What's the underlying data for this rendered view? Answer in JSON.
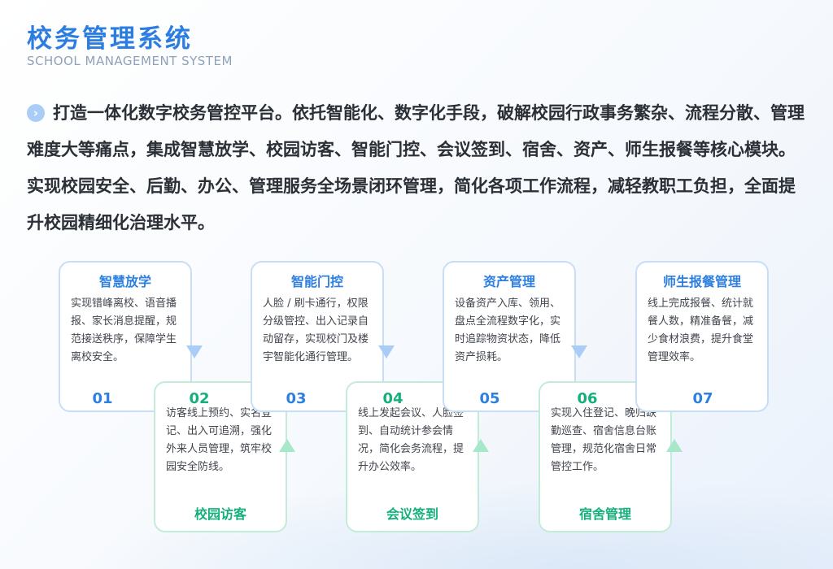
{
  "title": "校务管理系统",
  "subtitle": "SCHOOL MANAGEMENT SYSTEM",
  "intro": {
    "bullet_icon": "chevron-right-circle",
    "text": "打造一体化数字校务管控平台。依托智能化、数字化手段，破解校园行政事务繁杂、流程分散、管理难度大等痛点，集成智慧放学、校园访客、智能门控、会议签到、宿舍、资产、师生报餐等核心模块。实现校园安全、后勤、办公、管理服务全场景闭环管理，简化各项工作流程，减轻教职工负担，全面提升校园精细化治理水平。"
  },
  "modules": [
    {
      "num": "01",
      "title": "智慧放学",
      "desc": "实现错峰离校、语音播报、家长消息提醒，规范接送秩序，保障学生离校安全。"
    },
    {
      "num": "02",
      "title": "校园访客",
      "desc": "访客线上预约、实名登记、出入可追溯，强化外来人员管理，筑牢校园安全防线。"
    },
    {
      "num": "03",
      "title": "智能门控",
      "desc": "人脸 / 刷卡通行，权限分级管控、出入记录自动留存，实现校门及楼宇智能化通行管理。"
    },
    {
      "num": "04",
      "title": "会议签到",
      "desc": "线上发起会议、人脸签到、自动统计参会情况，简化会务流程，提升办公效率。"
    },
    {
      "num": "05",
      "title": "资产管理",
      "desc": "设备资产入库、领用、盘点全流程数字化，实时追踪物资状态，降低资产损耗。"
    },
    {
      "num": "06",
      "title": "宿舍管理",
      "desc": "实现入住登记、晚归缺勤巡查、宿舍信息台账管理，规范化宿舍日常管控工作。"
    },
    {
      "num": "07",
      "title": "师生报餐管理",
      "desc": "线上完成报餐、统计就餐人数，精准备餐，减少食材浪费，提升食堂管理效率。"
    }
  ],
  "colors": {
    "blue": "#2d7fe0",
    "green": "#15b07a",
    "title_blue": "#2b7de0"
  }
}
